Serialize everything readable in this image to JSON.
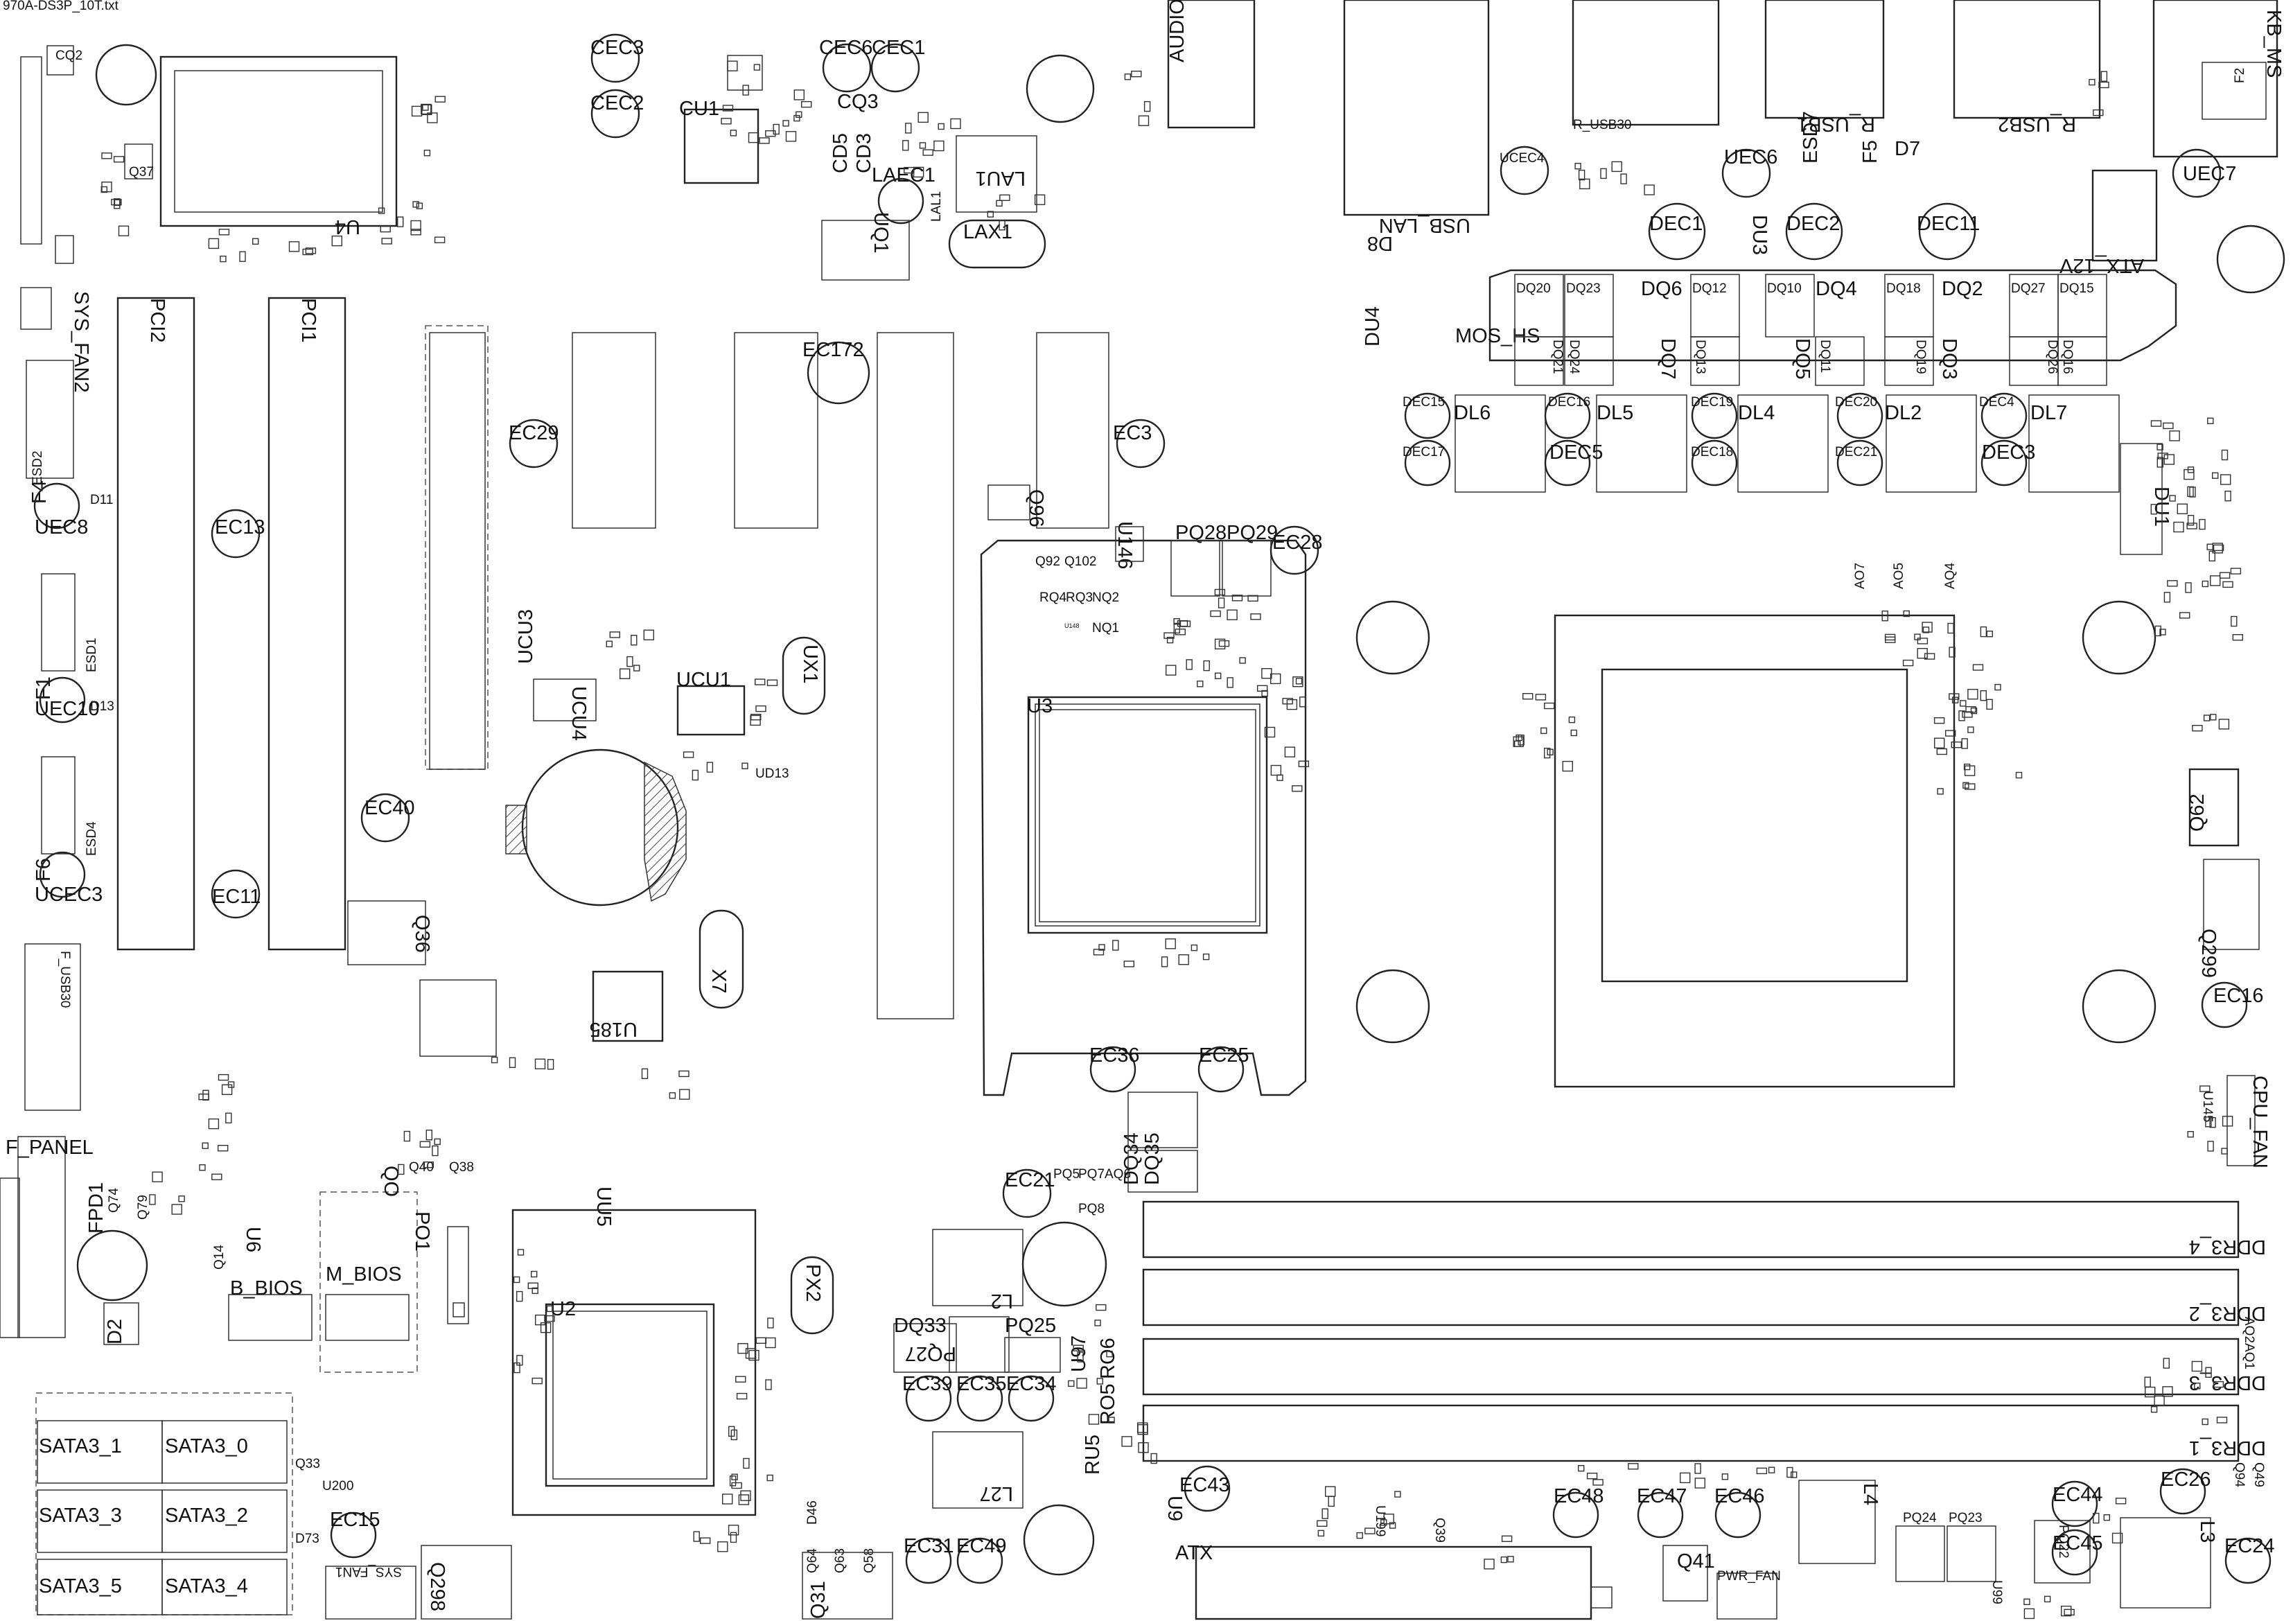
{
  "document": {
    "header": "970A-DS3P_10T.txt"
  },
  "labels": {
    "kb_ms": "KB_MS",
    "audio": "AUDIO",
    "usb_lan": "USB_LAN",
    "r_usb1": "R_USB1",
    "r_usb2": "R_USB2",
    "r_usb30": "R_USB30",
    "atx_12v": "ATX_12V",
    "sys_fan2": "SYS_FAN2",
    "sys_fan1": "SYS_FAN1",
    "cpu_fan": "CPU_FAN",
    "pwr_fan": "PWR_FAN",
    "f_panel": "F_PANEL",
    "f_usb30": "F_USB30",
    "atx": "ATX",
    "pci1": "PCI1",
    "pci2": "PCI2",
    "b_bios": "B_BIOS",
    "m_bios": "M_BIOS",
    "mos_hs": "MOS_HS",
    "ddr3_4": "DDR3_4",
    "ddr3_2": "DDR3_2",
    "ddr3_3": "DDR3_3",
    "ddr3_1": "DDR3_1",
    "sata3_1": "SATA3_1",
    "sata3_0": "SATA3_0",
    "sata3_3": "SATA3_3",
    "sata3_2": "SATA3_2",
    "sata3_5": "SATA3_5",
    "sata3_4": "SATA3_4",
    "u4": "U4",
    "u2": "U2",
    "u3": "U3",
    "u185": "U185",
    "cu1": "CU1",
    "ucu1": "UCU1",
    "ucu4": "UCU4",
    "ucu3": "UCU3",
    "uq1": "UQ1",
    "lax1": "LAX1",
    "lau1": "LAU1",
    "laec1": "LAEC1",
    "ux1": "UX1",
    "x7": "X7",
    "ud13": "UD13",
    "ucec4": "UCEC4",
    "ucec6": "UEC6",
    "uec7": "UEC7",
    "uec8": "UEC8",
    "uec10": "UEC10",
    "ucec3": "UCEC3",
    "esd2": "ESD2",
    "esd1": "ESD1",
    "esd4": "ESD4",
    "esd7": "ESD7",
    "d7": "D7",
    "d8": "D8",
    "d2": "D2",
    "f1": "F1",
    "f2": "F2",
    "f4": "F4",
    "f5": "F5",
    "f6": "F6",
    "d11": "D11",
    "d13": "D13",
    "dec1": "DEC1",
    "dec2": "DEC2",
    "dec11": "DEC11",
    "dec15": "DEC15",
    "dec16": "DEC16",
    "dec19": "DEC19",
    "dec20": "DEC20",
    "dec4": "DEC4",
    "dec17": "DEC17",
    "dec5": "DEC5",
    "dec18": "DEC18",
    "dec21": "DEC21",
    "dec3": "DEC3",
    "du3": "DU3",
    "du4": "DU4",
    "du1": "DU1",
    "dl6": "DL6",
    "dl5": "DL5",
    "dl4": "DL4",
    "dl2": "DL2",
    "dl7": "DL7",
    "dq20": "DQ20",
    "dq23": "DQ23",
    "dq6": "DQ6",
    "dq12": "DQ12",
    "dq10": "DQ10",
    "dq4": "DQ4",
    "dq18": "DQ18",
    "dq2": "DQ2",
    "dq27": "DQ27",
    "dq15": "DQ15",
    "dq21": "DQ21",
    "dq24": "DQ24",
    "dq7": "DQ7",
    "dq13": "DQ13",
    "dq5": "DQ5",
    "dq11": "DQ11",
    "dq3": "DQ3",
    "dq19": "DQ19",
    "dq26": "DQ26",
    "dq16": "DQ16",
    "dq33": "DQ33",
    "dq34": "DQ34",
    "dq35": "DQ35",
    "cec3": "CEC3",
    "cec2": "CEC2",
    "cec6": "CEC6",
    "cec1": "CEC1",
    "cq3": "CQ3",
    "cq2": "CQ2",
    "cd5": "CD5",
    "cd3": "CD3",
    "lal1": "LAL1",
    "ec172": "EC172",
    "ec29": "EC29",
    "ec3": "EC3",
    "ec13": "EC13",
    "ec11": "EC11",
    "ec40": "EC40",
    "ec28": "EC28",
    "ec36": "EC36",
    "ec25": "EC25",
    "ec21": "EC21",
    "ec39": "EC39",
    "ec35": "EC35",
    "ec34": "EC34",
    "ec31": "EC31",
    "ec49": "EC49",
    "ec43": "EC43",
    "ec48": "EC48",
    "ec47": "EC47",
    "ec46": "EC46",
    "ec44": "EC44",
    "ec45": "EC45",
    "ec26": "EC26",
    "ec24": "EC24",
    "ec16": "EC16",
    "ec15": "EC15",
    "pq28": "PQ28",
    "pq29": "PQ29",
    "pq25": "PQ25",
    "pq27": "PQ27",
    "pq24": "PQ24",
    "pq23": "PQ23",
    "pq22": "PQ22",
    "pq5": "PQ5",
    "pq7": "PQ7",
    "aq6": "AQ6",
    "pq8": "PQ8",
    "u146": "U146",
    "u148": "U148",
    "u145": "U145",
    "q92": "Q92",
    "q102": "Q102",
    "rq4": "RQ4",
    "rq3": "RQ3",
    "nq2": "NQ2",
    "nq1": "NQ1",
    "q36": "Q36",
    "q37": "Q37",
    "q62": "Q62",
    "q299": "Q299",
    "q298": "Q298",
    "q31": "Q31",
    "q41": "Q41",
    "q40": "Q40",
    "q38": "Q38",
    "q33": "Q33",
    "qo": "QO",
    "po1": "PO1",
    "uu5": "UU5",
    "px2": "PX2",
    "l2": "L2",
    "l27": "L27",
    "l3": "L3",
    "l4": "L4",
    "ru5": "RU5",
    "ro5": "RO5",
    "ro6": "RO6",
    "u97": "U97",
    "u99": "U99",
    "u9": "U9",
    "u199": "U199",
    "u200": "U200",
    "u6": "U6",
    "fpd1": "FPD1",
    "q74": "Q74",
    "q79": "Q79",
    "q14": "Q14",
    "q58": "Q58",
    "q63": "Q63",
    "q64": "Q64",
    "d46": "D46",
    "ao7": "AO7",
    "ao5": "AO5",
    "aq4": "AQ4",
    "d73": "D73",
    "q49": "Q49",
    "q94": "Q94",
    "q39": "Q39",
    "aq2": "AQ2AQ1",
    "q96": "Q96"
  }
}
